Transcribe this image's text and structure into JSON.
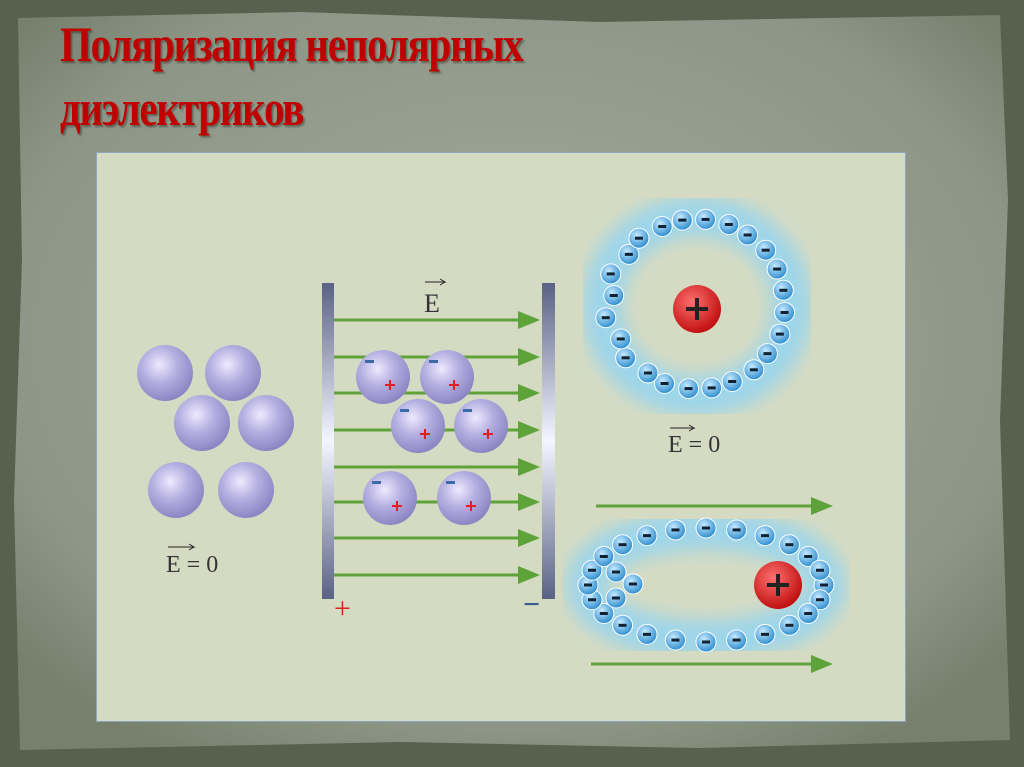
{
  "slide": {
    "title_line1": "Поляризация неполярных",
    "title_line2": "диэлектриков"
  },
  "diagram": {
    "field_symbol": "E",
    "zero_field_label_left": "E = 0",
    "zero_field_label_atom": "E = 0",
    "positive_plate_sign": "+",
    "negative_plate_sign": "−",
    "nucleus_sign": "+",
    "electron_sign": "−",
    "colors": {
      "panel": "#d5dbc3",
      "arrow": "#5ea23a",
      "title": "#c00000",
      "nucleus": "#d42020",
      "electron": "#3a9ad8"
    }
  }
}
